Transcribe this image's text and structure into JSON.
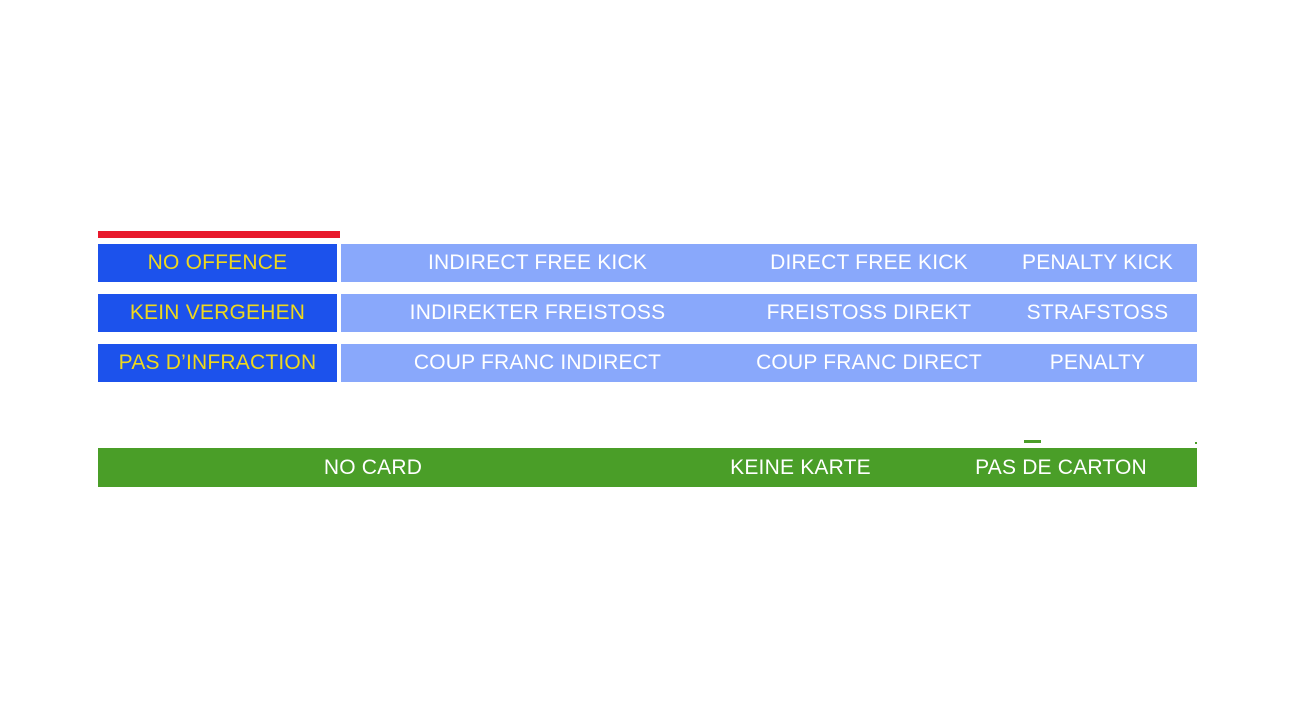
{
  "slide": {
    "background_color": "#FFFFFF",
    "accent_rule_color": "#E8192C",
    "label_bg_color": "#1C52EC",
    "label_text_color": "#EFD81C",
    "values_bg_color": "#89A8FB",
    "values_text_color": "#FFFFFF",
    "card_bar_color": "#4A9E28",
    "card_text_color": "#FFFFFF"
  },
  "offence_table": {
    "rows": [
      {
        "language": "english",
        "label": "NO OFFENCE",
        "values": [
          "INDIRECT FREE KICK",
          "DIRECT FREE KICK",
          "PENALTY KICK"
        ]
      },
      {
        "language": "german",
        "label": "KEIN VERGEHEN",
        "values": [
          "INDIREKTER FREISTOSS",
          "FREISTOSS DIREKT",
          "STRAFSTOSS"
        ]
      },
      {
        "language": "french",
        "label": "PAS D’INFRACTION",
        "values": [
          "COUP FRANC INDIRECT",
          "COUP FRANC DIRECT",
          "PENALTY"
        ]
      }
    ]
  },
  "card_bar": {
    "cards": [
      "NO CARD",
      "KEINE KARTE",
      "PAS DE CARTON"
    ]
  }
}
